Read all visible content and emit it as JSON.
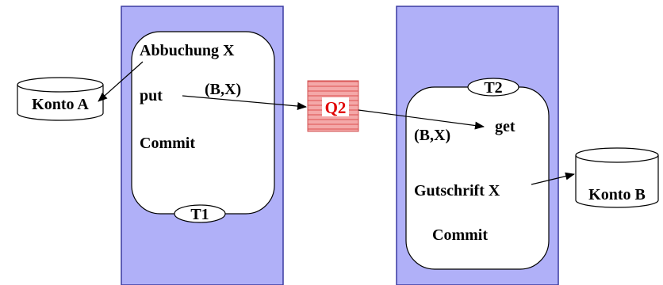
{
  "colors": {
    "lane_fill": "#b0b0f8",
    "lane_stroke": "#3a3aa0",
    "queue_fill": "#f4a8a8",
    "queue_stripe": "#e06060",
    "queue_box_fill": "#ffffff",
    "queue_text": "#e00000",
    "line": "#000000"
  },
  "icons": {
    "database": "cylinder",
    "queue": "striped-box",
    "tag": "ellipse"
  },
  "left_transaction": {
    "tag": "T1",
    "steps": {
      "debit": "Abbuchung X",
      "put": "put",
      "commit": "Commit"
    },
    "message": "(B,X)"
  },
  "right_transaction": {
    "tag": "T2",
    "steps": {
      "get": "get",
      "credit": "Gutschrift X",
      "commit": "Commit"
    },
    "message": "(B,X)"
  },
  "queue": {
    "label": "Q2"
  },
  "accounts": {
    "a": "Konto A",
    "b": "Konto B"
  }
}
